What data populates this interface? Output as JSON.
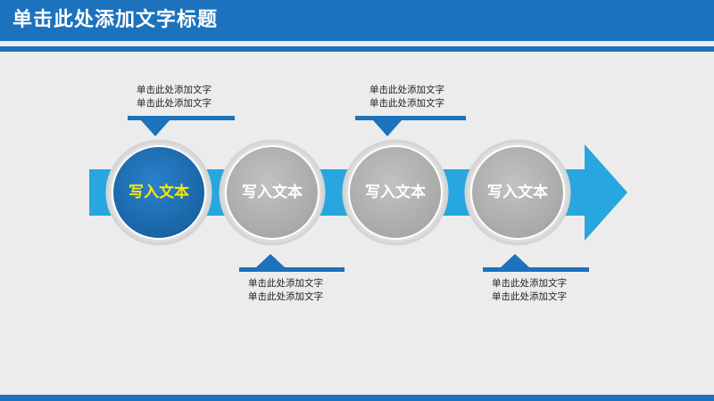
{
  "header": {
    "title": "单击此处添加文字标题"
  },
  "colors": {
    "header": "#1c72bc",
    "arrow": "#27a6df",
    "active_node": "#1c72bc",
    "inactive_node": "#b3b3b3",
    "active_label": "#ffe800",
    "inactive_label": "#ffffff",
    "callout_bar": "#1c72bc"
  },
  "steps": [
    {
      "label": "写入文本",
      "active": true,
      "callout": {
        "position": "top",
        "line1": "单击此处添加文字",
        "line2": "单击此处添加文字"
      }
    },
    {
      "label": "写入文本",
      "active": false,
      "callout": {
        "position": "bottom",
        "line1": "单击此处添加文字",
        "line2": "单击此处添加文字"
      }
    },
    {
      "label": "写入文本",
      "active": false,
      "callout": {
        "position": "top",
        "line1": "单击此处添加文字",
        "line2": "单击此处添加文字"
      }
    },
    {
      "label": "写入文本",
      "active": false,
      "callout": {
        "position": "bottom",
        "line1": "单击此处添加文字",
        "line2": "单击此处添加文字"
      }
    }
  ]
}
